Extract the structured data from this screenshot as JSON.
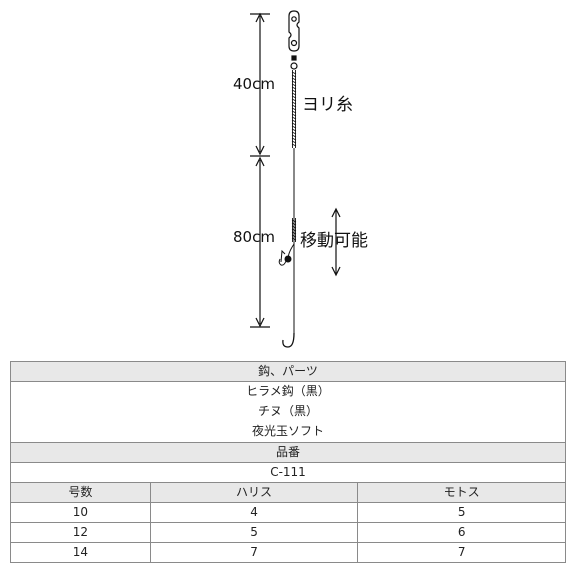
{
  "diagram": {
    "segment_labels": [
      "40cm",
      "80cm"
    ],
    "callouts": {
      "twist_line": "ヨリ糸",
      "movable": "移動可能"
    }
  },
  "table": {
    "parts_header": "鈎、パーツ",
    "parts": [
      "ヒラメ鈎（黒）",
      "チヌ（黒）",
      "夜光玉ソフト"
    ],
    "code_header": "品番",
    "code": "C-111",
    "columns": [
      "号数",
      "ハリス",
      "モトス"
    ],
    "rows": [
      [
        "10",
        "4",
        "5"
      ],
      [
        "12",
        "5",
        "6"
      ],
      [
        "14",
        "7",
        "7"
      ]
    ]
  }
}
